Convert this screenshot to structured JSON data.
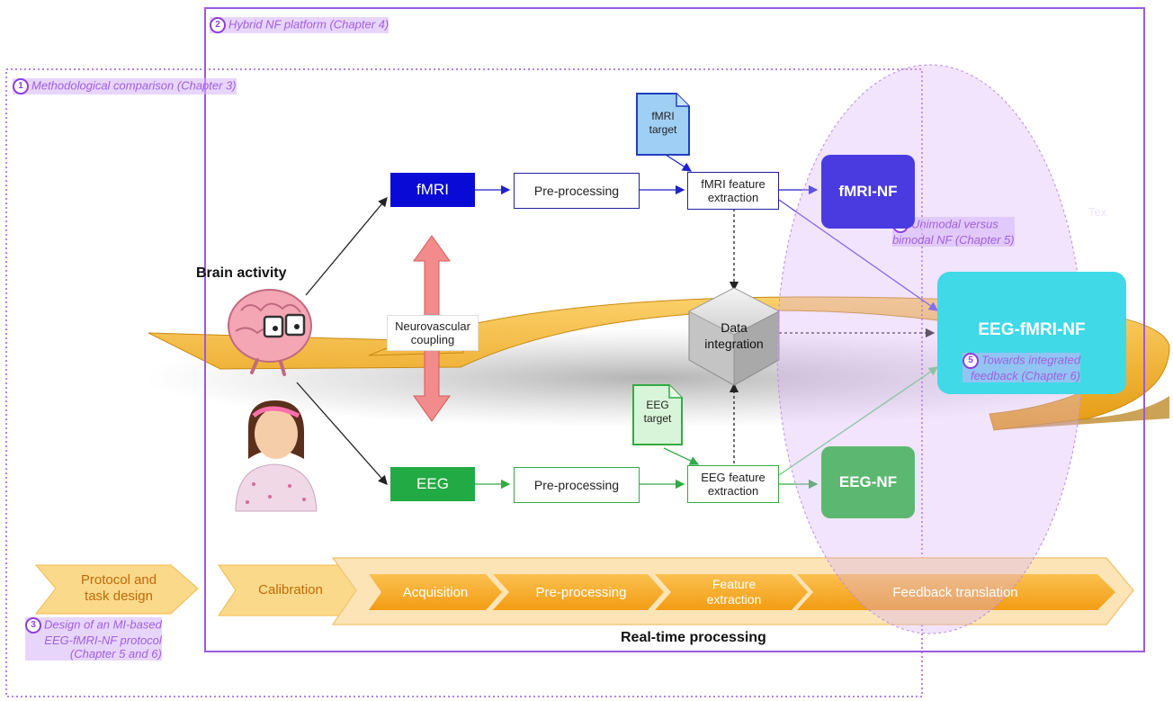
{
  "annotations": {
    "a1": {
      "num": "1",
      "text": "Methodological comparison (Chapter 3)"
    },
    "a2": {
      "num": "2",
      "text": "Hybrid NF platform (Chapter 4)"
    },
    "a3": {
      "num": "3",
      "line1": "Design of an MI-based",
      "line2": "EEG-fMRI-NF protocol",
      "line3": "(Chapter  5 and 6)"
    },
    "a4": {
      "num": "4",
      "line1": "Unimodal versus",
      "line2": "bimodal NF (Chapter 5)"
    },
    "a5": {
      "num": "5",
      "line1": "Towards integrated",
      "line2": "feedback (Chapter 6)"
    }
  },
  "brain_label": "Brain activity",
  "coupling": {
    "line1": "Neurovascular",
    "line2": "coupling"
  },
  "modalities": {
    "fmri": "fMRI",
    "eeg": "EEG"
  },
  "preprocessing": {
    "fmri": "Pre-processing",
    "eeg": "Pre-processing"
  },
  "features": {
    "fmri": {
      "line1": "fMRI feature",
      "line2": "extraction"
    },
    "eeg": {
      "line1": "EEG feature",
      "line2": "extraction"
    }
  },
  "targets": {
    "fmri": {
      "line1": "fMRI",
      "line2": "target"
    },
    "eeg": {
      "line1": "EEG",
      "line2": "target"
    }
  },
  "integration": {
    "line1": "Data",
    "line2": "integration"
  },
  "nf": {
    "fmri": "fMRI-NF",
    "eeg": "EEG-NF",
    "bimodal": "EEG-fMRI-NF"
  },
  "faint_text": "Tex",
  "pipeline": {
    "protocol": {
      "line1": "Protocol and",
      "line2": "task design"
    },
    "calibration": "Calibration",
    "acquisition": "Acquisition",
    "preprocessing": "Pre-processing",
    "feature": {
      "line1": "Feature",
      "line2": "extraction"
    },
    "feedback": "Feedback translation",
    "realtime_label": "Real-time processing"
  },
  "colors": {
    "fmri_blue": "#0a0ad6",
    "eeg_green": "#22aa44",
    "fmri_nf": "#4a3be0",
    "eeg_nf": "#5cb870",
    "bimodal_nf": "#3fd9e8",
    "orange": "#f5a623",
    "annotation_purple": "#a05fe0"
  }
}
